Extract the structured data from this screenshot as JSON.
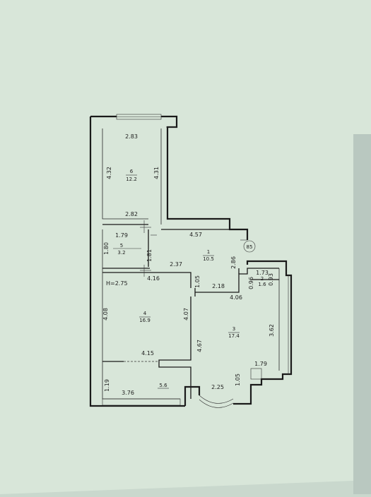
{
  "plan": {
    "colors": {
      "paper": "#c9d8cd",
      "sheet": "#d8e6d9",
      "line": "#1a1a1a"
    },
    "marker": "85",
    "height_note": "H=2.75",
    "rooms": [
      {
        "key": "r6",
        "number": "6",
        "area": "12.2"
      },
      {
        "key": "r5",
        "number": "5",
        "area": "3.2"
      },
      {
        "key": "r1",
        "number": "1",
        "area": "10.5"
      },
      {
        "key": "r2",
        "number": "2",
        "area": "1.6"
      },
      {
        "key": "r4",
        "number": "4",
        "area": "16.9"
      },
      {
        "key": "r3",
        "number": "3",
        "area": "17.4"
      },
      {
        "key": "r7",
        "number": "",
        "area": "5.6"
      }
    ],
    "dimensions": [
      "2.83",
      "4.32",
      "4.31",
      "2.82",
      "1.79",
      "4.57",
      "1.80",
      "1.81",
      "2.37",
      "2.86",
      "4.16",
      "1.05",
      "2.18",
      "1.73",
      "0.96",
      "0.93",
      "4.06",
      "4.08",
      "4.07",
      "4.67",
      "3.62",
      "4.15",
      "1.79",
      "1.19",
      "3.76",
      "2.25",
      "1.05"
    ]
  }
}
